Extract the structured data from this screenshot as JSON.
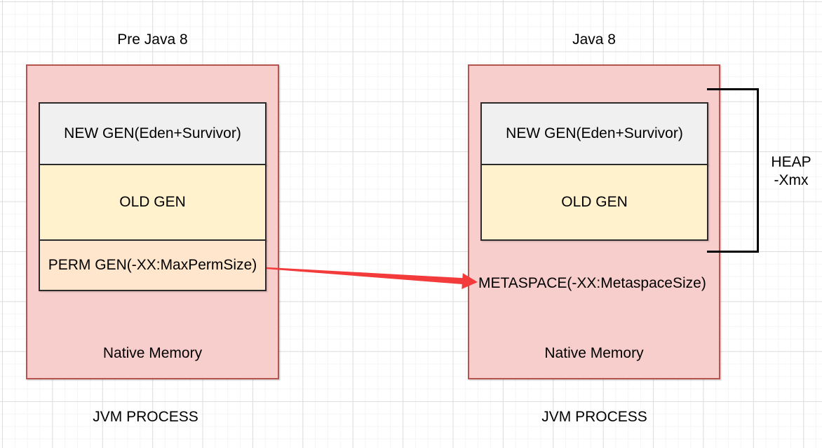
{
  "colors": {
    "canvas_bg": "#ffffff",
    "grid_minor": "#f5f5f5",
    "grid_major": "#dddddd",
    "pink_fill": "#f8cecc",
    "pink_border": "#b85450",
    "gray_fill": "#f0f0f0",
    "yellow_fill": "#fff2cc",
    "peach_fill": "#ffe6cc",
    "region_border": "#2b2b2b",
    "arrow_red": "#f43b3b",
    "bracket_black": "#000000",
    "text": "#000000"
  },
  "left_diagram": {
    "title": "Pre Java 8",
    "new_gen_label": "NEW GEN(Eden+Survivor)",
    "old_gen_label": "OLD GEN",
    "perm_gen_label": "PERM GEN(-XX:MaxPermSize)",
    "native_memory_label": "Native Memory",
    "process_label": "JVM PROCESS"
  },
  "right_diagram": {
    "title": "Java 8",
    "new_gen_label": "NEW GEN(Eden+Survivor)",
    "old_gen_label": "OLD GEN",
    "metaspace_label": "METASPACE(-XX:MetaspaceSize)",
    "native_memory_label": "Native Memory",
    "process_label": "JVM PROCESS"
  },
  "heap_annotation": {
    "line1": "HEAP",
    "line2": "-Xmx"
  },
  "arrow": {
    "from_label": "PERM GEN(-XX:MaxPermSize)",
    "to_label": "METASPACE(-XX:MetaspaceSize)"
  }
}
